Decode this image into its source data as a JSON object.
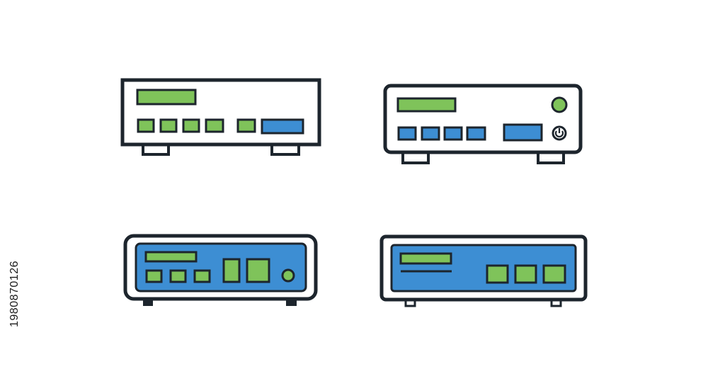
{
  "stock_id": "1980870126",
  "colors": {
    "outline": "#1d252d",
    "green": "#7fc35a",
    "blue": "#3d8ed3",
    "panel": "#ffffff"
  },
  "icons": [
    {
      "name": "white-receiver-icon",
      "body": "white",
      "controls": "green"
    },
    {
      "name": "white-receiver-with-power-icon",
      "body": "white",
      "controls": "blue"
    },
    {
      "name": "blue-panel-receiver-icon",
      "body": "blue",
      "controls": "green"
    },
    {
      "name": "blue-panel-router-icon",
      "body": "blue",
      "controls": "green"
    }
  ]
}
